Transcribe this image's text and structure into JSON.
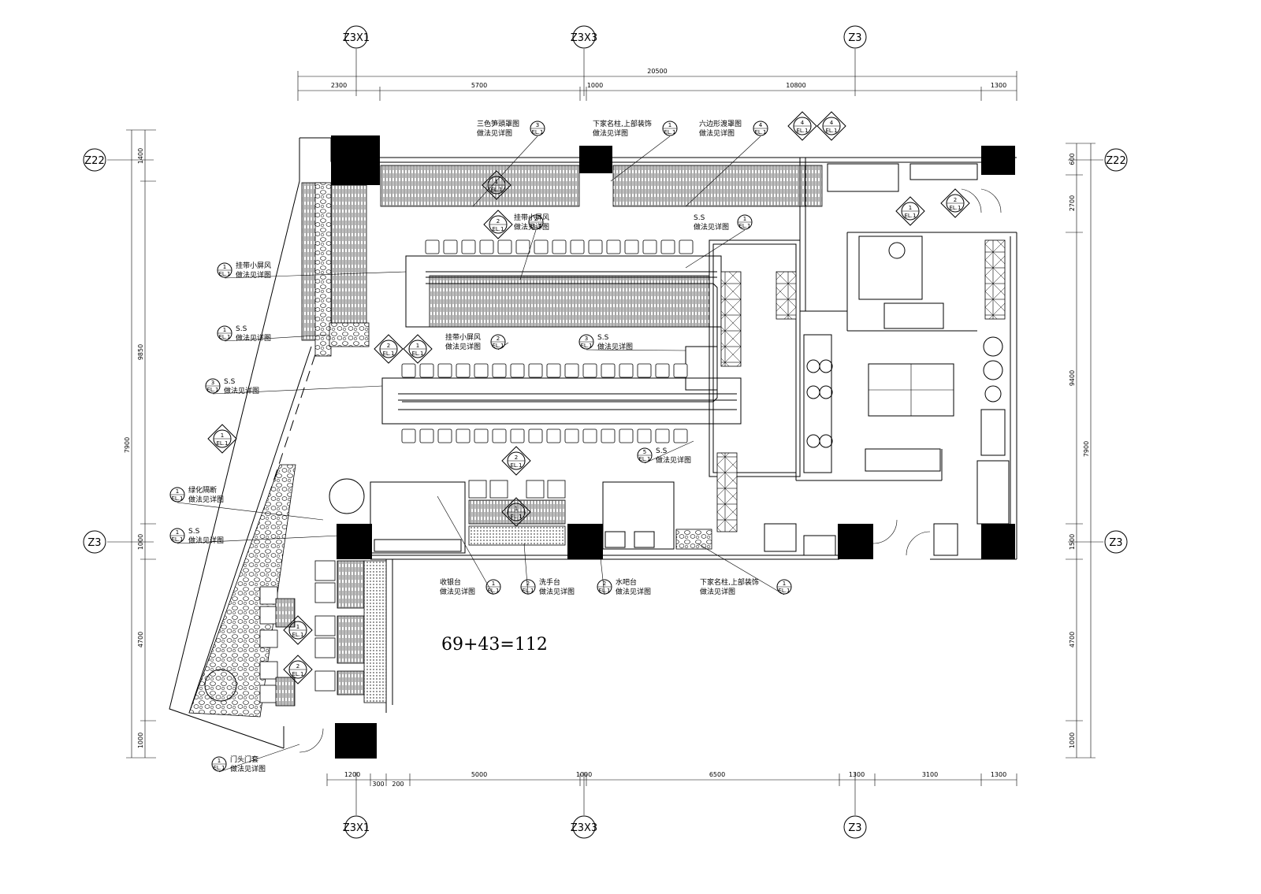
{
  "grid_axes": {
    "top": [
      "Z3X1",
      "Z3X3",
      "Z3"
    ],
    "bottom": [
      "Z3X1",
      "Z3X3",
      "Z3"
    ],
    "left": [
      "Z22",
      "Z3"
    ],
    "right": [
      "Z22",
      "Z3"
    ]
  },
  "dimensions": {
    "top_total": "20500",
    "top": [
      "2300",
      "5700",
      "1000",
      "10800",
      "1300"
    ],
    "bottom": [
      "1200",
      "300",
      "200",
      "5000",
      "1000",
      "6500",
      "1300",
      "3100",
      "1300"
    ],
    "left_total": "7900",
    "left": [
      "1400",
      "9850",
      "1000",
      "4700",
      "1000"
    ],
    "right": [
      "600",
      "2700",
      "9400",
      "1500",
      "4700",
      "1000"
    ],
    "right_total": "7900"
  },
  "notes": [
    "三色笋頭罩图 / 做法见详图",
    "下家名柱,上部装饰 / 做法见详图",
    "六边形渡罩图 / 做法见详图",
    "挂带小屏风 / 做法见详图",
    "S.S / 做法见详图",
    "挂带小屏风 / 做法见详图",
    "S.S / 做法见详图",
    "S.S / 做法见详图",
    "S.S / 做法见详图",
    "S.S / 做法见详图",
    "S.S / 做法见详图",
    "S.S / 做法见详图",
    "绿化隔断 / 做法见详图",
    "S.S / 做法见详图",
    "收银台 / 做法见详图",
    "洗手台 / 做法见详图",
    "水吧台 / 做法见详图",
    "下家名柱,上部装饰 / 做法见详图",
    "门头门套 / 做法见详图"
  ],
  "section_refs": [
    "1",
    "2",
    "3",
    "4",
    "5"
  ],
  "sheet_ref": "EL.1",
  "equation": "69+43=112"
}
